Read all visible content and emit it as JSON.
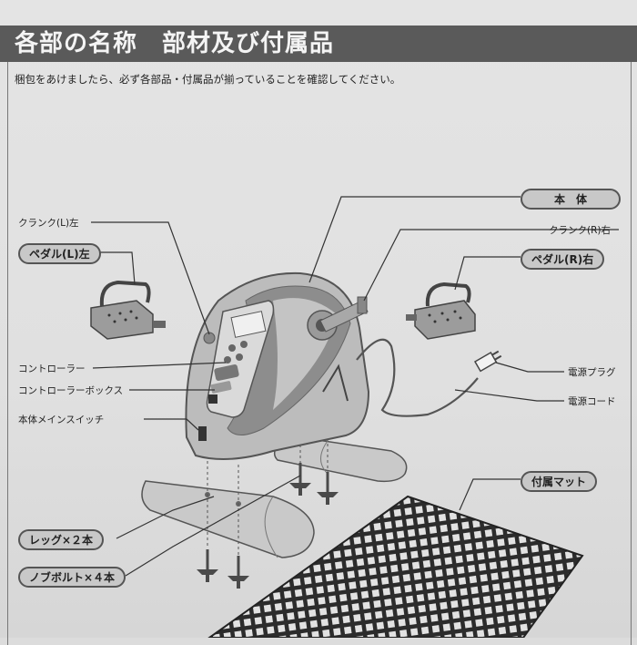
{
  "header": {
    "title": "各部の名称　部材及び付属品",
    "intro": "梱包をあけましたら、必ず各部品・付属品が揃っていることを確認してください。"
  },
  "labels": {
    "crank_left": "クランク(L)左",
    "pedal_left": "ペダル(L)左",
    "main_body": "本　体",
    "crank_right": "クランク(R)右",
    "pedal_right": "ペダル(R)右",
    "controller": "コントローラー",
    "controller_box": "コントローラーボックス",
    "power_plug": "電源プラグ",
    "power_cord": "電源コード",
    "main_switch": "本体メインスイッチ",
    "accessory_mat": "付属マット",
    "legs": "レッグ×２本",
    "knob_bolts": "ノブボルト×４本"
  },
  "colors": {
    "title_bar": "#5a5a5a",
    "device_body": "#b8b8b8",
    "device_accent": "#8a8a8a",
    "mat": "#2a2a2a"
  }
}
